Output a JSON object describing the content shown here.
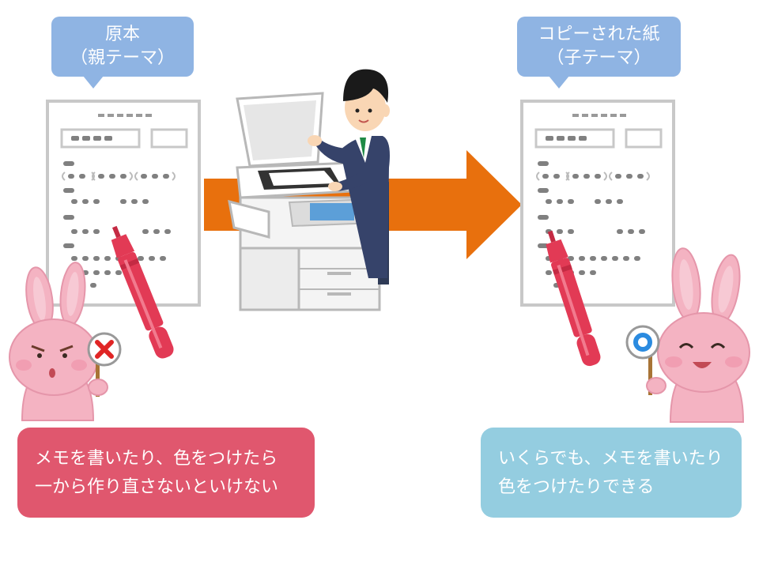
{
  "original": {
    "label_line1": "原本",
    "label_line2": "（親テーマ）"
  },
  "copy": {
    "label_line1": "コピーされた紙",
    "label_line2": "（子テーマ）"
  },
  "captions": {
    "bad_line1": "メモを書いたり、色をつけたら",
    "bad_line2": "一から作り直さないといけない",
    "good_line1": "いくらでも、メモを書いたり",
    "good_line2": "色をつけたりできる"
  },
  "colors": {
    "bubble": "#8fb4e3",
    "arrow": "#e8700d",
    "bad_caption": "#e0576e",
    "good_caption": "#94cde0",
    "bunny": "#f4b3c2",
    "pen": "#e23a55",
    "paper_border": "#c8c8c8"
  },
  "icons": {
    "original_document": "document-icon",
    "copy_document": "document-icon",
    "copier": "photocopier-icon",
    "worker": "office-worker-icon",
    "pen": "marker-pen-icon",
    "forbidden_sign": "x-mark-sign-icon",
    "ok_sign": "circle-sign-icon"
  }
}
